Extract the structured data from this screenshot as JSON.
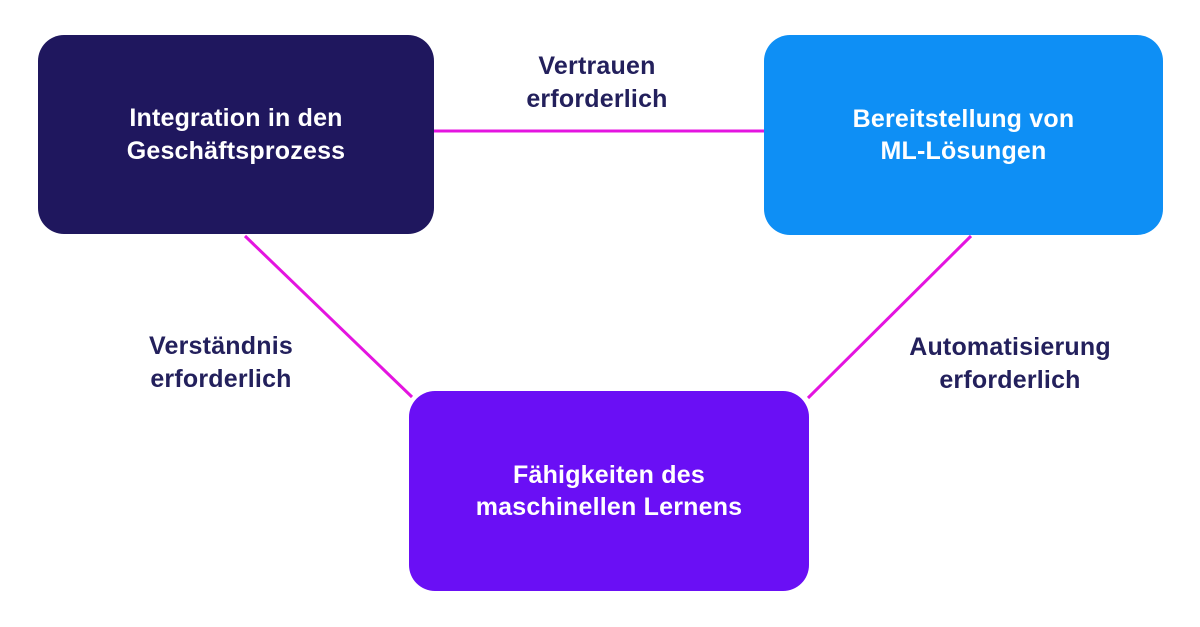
{
  "diagram": {
    "title": "ML triangle diagram (German)",
    "colors": {
      "background": "#ffffff",
      "edge_line": "#e414e0",
      "edge_label_text": "#23205c"
    },
    "nodes": [
      {
        "id": "integration",
        "fill": "#1f175e",
        "text_color": "#ffffff",
        "lines": [
          "Integration in den",
          "Geschäftsprozess"
        ]
      },
      {
        "id": "ml-deployment",
        "fill": "#0e8ff5",
        "text_color": "#ffffff",
        "lines": [
          "Bereitstellung von",
          "ML-Lösungen"
        ]
      },
      {
        "id": "ml-capabilities",
        "fill": "#6a0ff5",
        "text_color": "#ffffff",
        "lines": [
          "Fähigkeiten des",
          "maschinellen Lernens"
        ]
      }
    ],
    "edges": [
      {
        "id": "trust",
        "lines": [
          "Vertrauen",
          "erforderlich"
        ]
      },
      {
        "id": "understanding",
        "lines": [
          "Verständnis",
          "erforderlich"
        ]
      },
      {
        "id": "automation",
        "lines": [
          "Automatisierung",
          "erforderlich"
        ]
      }
    ]
  }
}
